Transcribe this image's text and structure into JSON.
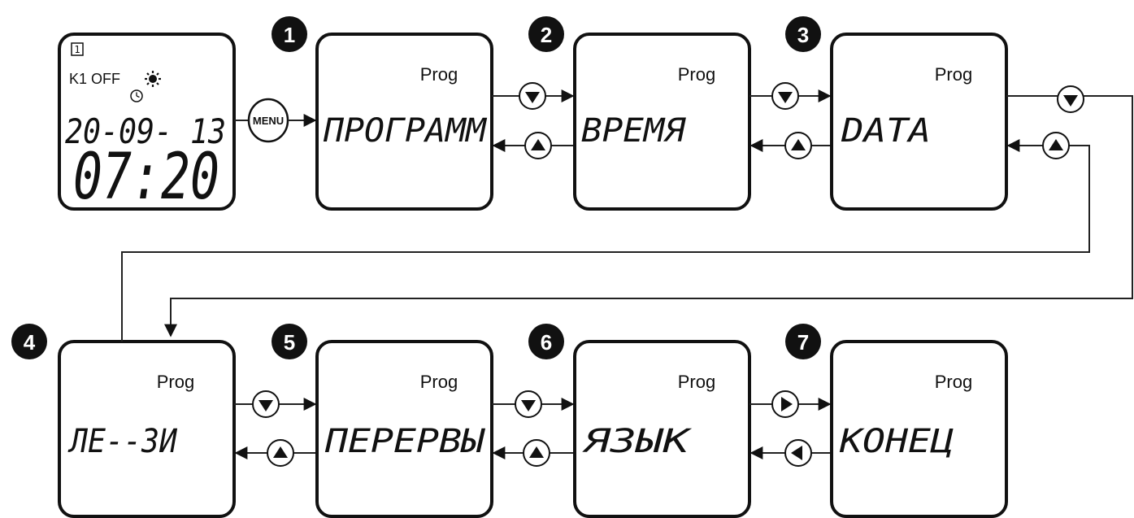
{
  "home_screen": {
    "program_indicator": "1",
    "status": "K1 OFF",
    "date": "20-09- 13",
    "time": "07:20"
  },
  "menu_button_label": "MENU",
  "steps": [
    {
      "number": "1",
      "header": "Prog",
      "label": "ПРОГРАММ"
    },
    {
      "number": "2",
      "header": "Prog",
      "label": "ВРЕМЯ"
    },
    {
      "number": "3",
      "header": "Prog",
      "label": "DATA"
    },
    {
      "number": "4",
      "header": "Prog",
      "label": "ЛЕ--ЗИ"
    },
    {
      "number": "5",
      "header": "Prog",
      "label": "ПЕРЕРВЫ"
    },
    {
      "number": "6",
      "header": "Prog",
      "label": "ЯЗЫК"
    },
    {
      "number": "7",
      "header": "Prog",
      "label": "КОНЕЦ"
    }
  ],
  "icons": {
    "down_button": "down-arrow-button-icon",
    "up_button": "up-arrow-button-icon",
    "right_button": "right-arrow-button-icon",
    "left_button": "left-arrow-button-icon",
    "sun": "sun-icon",
    "clock": "clock-icon"
  }
}
